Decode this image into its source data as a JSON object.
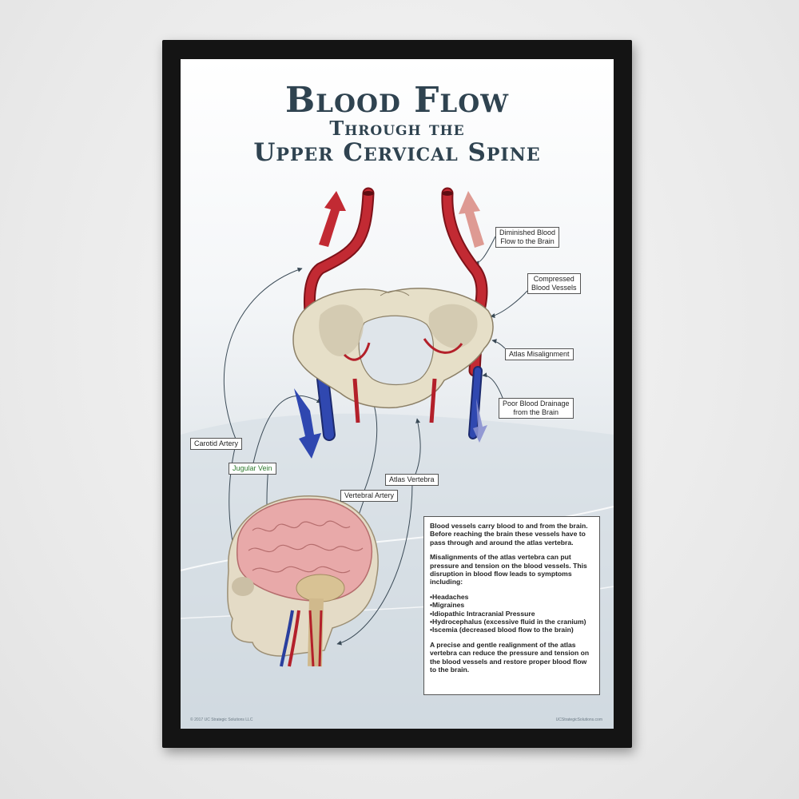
{
  "poster": {
    "title_line1": "Blood Flow",
    "title_line2": "Through the",
    "title_line3": "Upper Cervical Spine"
  },
  "labels": {
    "diminished_flow": [
      "Diminished Blood",
      "Flow to the Brain"
    ],
    "compressed_vessels": [
      "Compressed",
      "Blood Vessels"
    ],
    "atlas_misalignment": "Atlas Misalignment",
    "poor_drainage": [
      "Poor Blood Drainage",
      "from the Brain"
    ],
    "carotid_artery": "Carotid Artery",
    "jugular_vein": "Jugular Vein",
    "atlas_vertebra": "Atlas Vertebra",
    "vertebral_artery": "Vertebral Artery"
  },
  "info": {
    "paragraph1": "Blood vessels carry blood to and from the brain.  Before reaching the brain these vessels have to pass through and around the atlas vertebra.",
    "paragraph2": "Misalignments of the atlas vertebra can put pressure and tension on the blood vessels. This disruption in blood flow leads to symptoms including:",
    "symptoms": [
      "Headaches",
      "Migraines",
      "Idiopathic Intracranial Pressure",
      "Hydrocephalus (excessive fluid in the cranium)",
      "Iscemia (decreased blood flow to the brain)"
    ],
    "paragraph3": "A precise and gentle realignment of the atlas vertebra  can reduce the pressure and tension on the blood vessels and restore proper blood flow to the brain."
  },
  "footer": {
    "copyright": "© 2017 UC Strategic Solutions LLC",
    "website": "UCStrategicSolutions.com"
  },
  "colors": {
    "frame": "#141414",
    "title": "#2f4350",
    "artery": "#b3202a",
    "vein": "#2a3f9e",
    "bone": "#e6dfc8",
    "brain": "#e8a9a9"
  }
}
